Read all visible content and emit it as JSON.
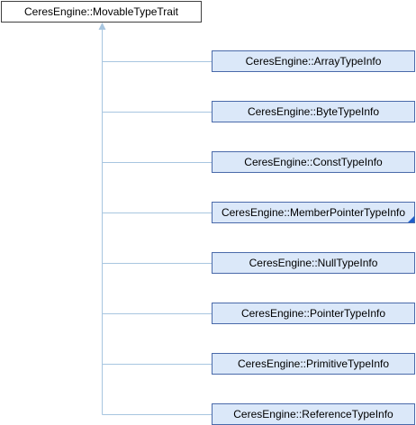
{
  "diagram": {
    "base_class": {
      "label": "CeresEngine::MovableTypeTrait"
    },
    "derived_classes": [
      {
        "label": "CeresEngine::ArrayTypeInfo",
        "has_more": false
      },
      {
        "label": "CeresEngine::ByteTypeInfo",
        "has_more": false
      },
      {
        "label": "CeresEngine::ConstTypeInfo",
        "has_more": false
      },
      {
        "label": "CeresEngine::MemberPointerTypeInfo",
        "has_more": true
      },
      {
        "label": "CeresEngine::NullTypeInfo",
        "has_more": false
      },
      {
        "label": "CeresEngine::PointerTypeInfo",
        "has_more": false
      },
      {
        "label": "CeresEngine::PrimitiveTypeInfo",
        "has_more": false
      },
      {
        "label": "CeresEngine::ReferenceTypeInfo",
        "has_more": false
      }
    ],
    "colors": {
      "edge": "#a8c6e0",
      "derived_fill": "#dbe8f9",
      "derived_border": "#4a6aaa",
      "base_border": "#404040"
    }
  }
}
